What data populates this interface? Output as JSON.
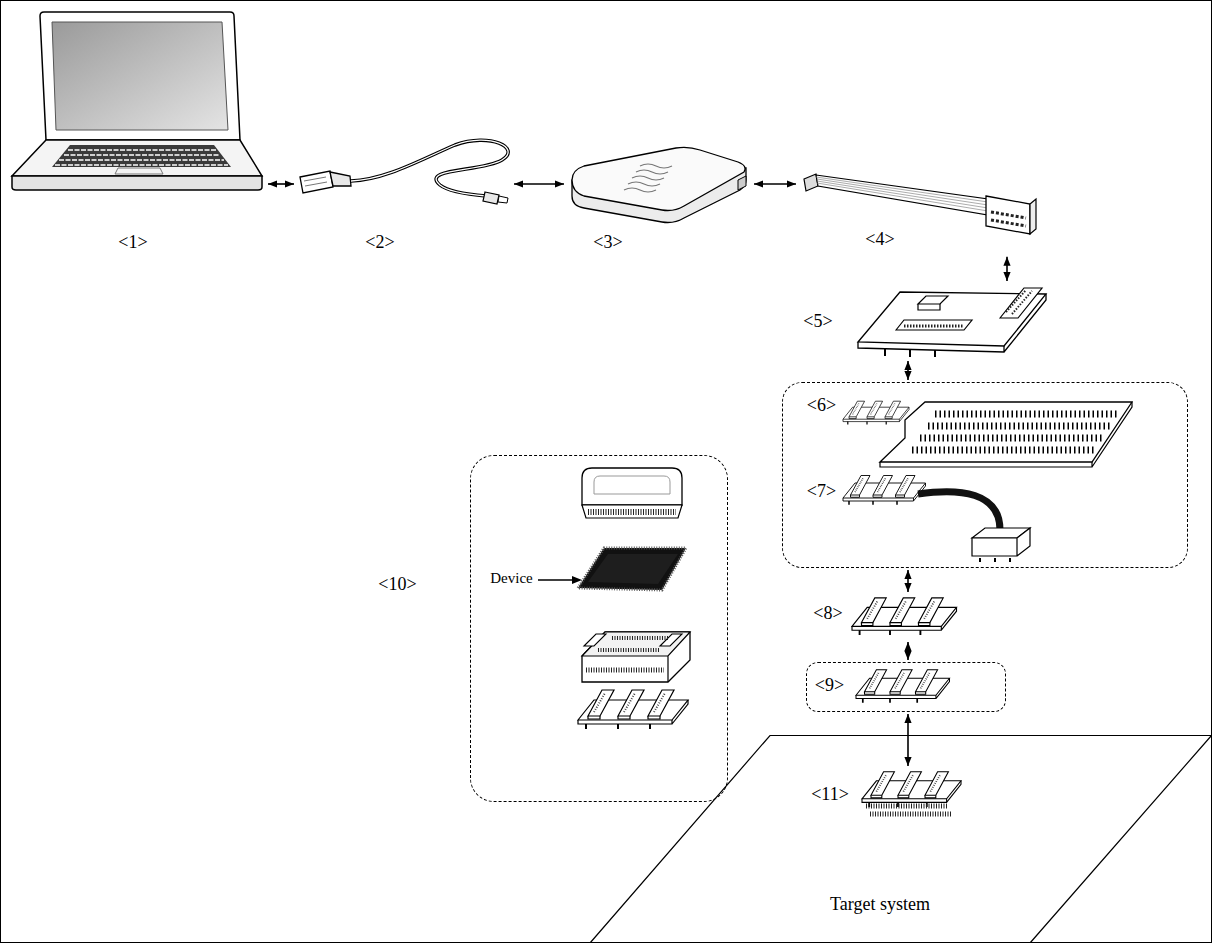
{
  "diagram": {
    "nodes": [
      {
        "text": [
          "<1>"
        ]
      },
      {
        "text": [
          "<2>"
        ]
      },
      {
        "text": [
          "<3>"
        ]
      },
      {
        "text": [
          "<4>"
        ]
      },
      {
        "text": [
          "<5>"
        ]
      },
      {
        "text": []
      },
      {
        "text": [
          "<6>"
        ],
        "in": 5
      },
      {
        "text": [
          "<7>"
        ],
        "in": 5
      },
      {
        "text": [
          "<8>"
        ]
      },
      {
        "text": [
          "<9>"
        ]
      },
      {
        "text": [
          "<10>",
          "Device"
        ]
      },
      {
        "text": [
          "Target system"
        ]
      },
      {
        "text": [
          "<11>"
        ],
        "in": 11
      }
    ],
    "edges": [
      {
        "from": 0,
        "to": 1,
        "arrow": "both"
      },
      {
        "from": 1,
        "to": 2,
        "arrow": "both"
      },
      {
        "from": 2,
        "to": 3,
        "arrow": "both"
      },
      {
        "from": 3,
        "to": 4,
        "arrow": "both"
      },
      {
        "from": 4,
        "to": 5,
        "arrow": "both"
      },
      {
        "from": 5,
        "to": 8,
        "arrow": "both"
      },
      {
        "from": 8,
        "to": 9,
        "arrow": "both"
      },
      {
        "from": 9,
        "to": 12,
        "arrow": "both"
      }
    ]
  }
}
